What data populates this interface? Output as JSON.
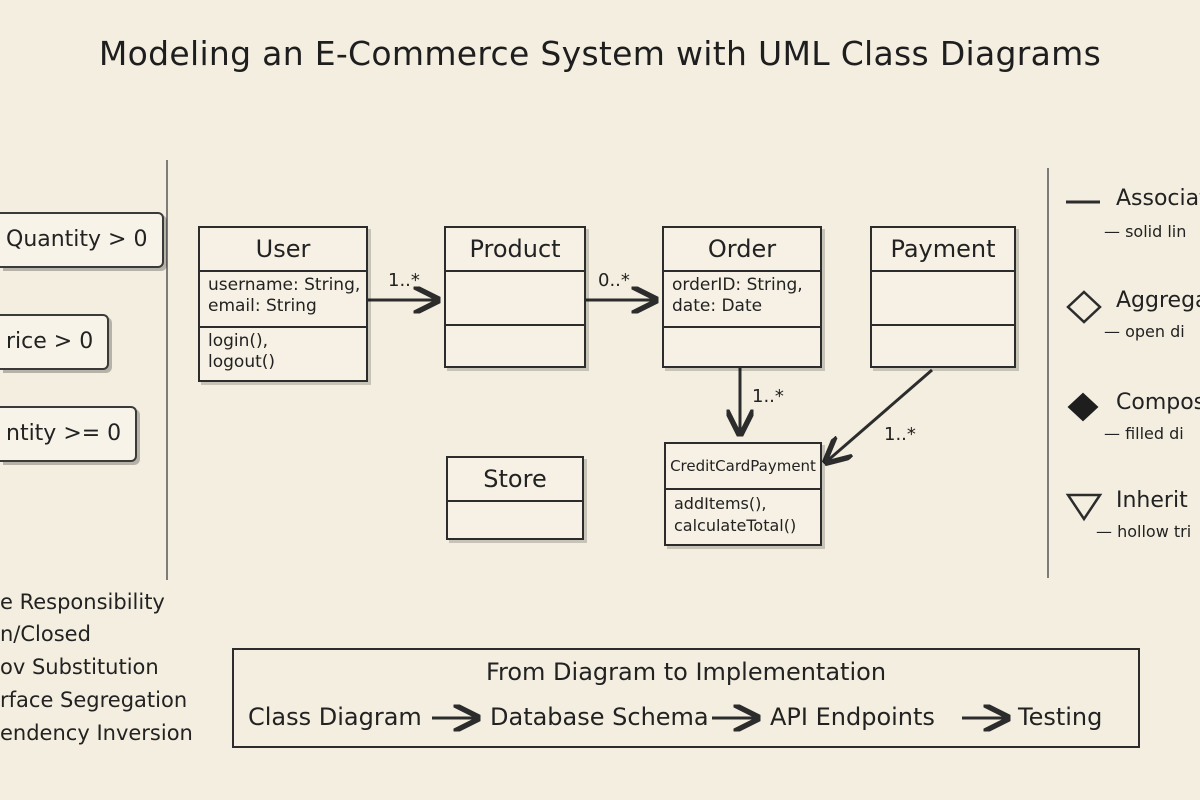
{
  "title": "Modeling an E-Commerce System with UML Class Diagrams",
  "constraints": [
    "Quantity > 0",
    "rice > 0",
    "ntity >= 0"
  ],
  "principles": [
    "e Responsibility",
    "n/Closed",
    "ov Substitution",
    "rface Segregation",
    "endency Inversion"
  ],
  "classes": {
    "user": {
      "name": "User",
      "attributes": [
        "username: String,",
        "email: String"
      ],
      "methods": [
        "login(),",
        "logout()"
      ]
    },
    "product": {
      "name": "Product"
    },
    "order": {
      "name": "Order",
      "attributes": [
        "orderID: String,",
        "date: Date"
      ]
    },
    "payment": {
      "name": "Payment"
    },
    "store": {
      "name": "Store"
    },
    "credit_card_payment": {
      "name": "CreditCardPayment",
      "methods": [
        "addItems(),",
        "calculateTotal()"
      ]
    }
  },
  "multiplicities": {
    "user_product": "1..*",
    "product_order": "0..*",
    "order_credit": "1..*",
    "payment_credit": "1..*"
  },
  "legend": [
    {
      "title": "Associat",
      "subtitle": "— solid lin",
      "icon": "line-icon"
    },
    {
      "title": "Aggrega",
      "subtitle": "— open di",
      "icon": "open-diamond-icon"
    },
    {
      "title": "Compos",
      "subtitle": "— filled di",
      "icon": "filled-diamond-icon"
    },
    {
      "title": "Inherit",
      "subtitle": "— hollow tri",
      "icon": "hollow-triangle-icon"
    }
  ],
  "flow": {
    "title": "From Diagram to Implementation",
    "steps": [
      "Class Diagram",
      "Database Schema",
      "API Endpoints",
      "Testing"
    ]
  },
  "colors": {
    "background": "#f3eee0",
    "ink": "#222222"
  }
}
